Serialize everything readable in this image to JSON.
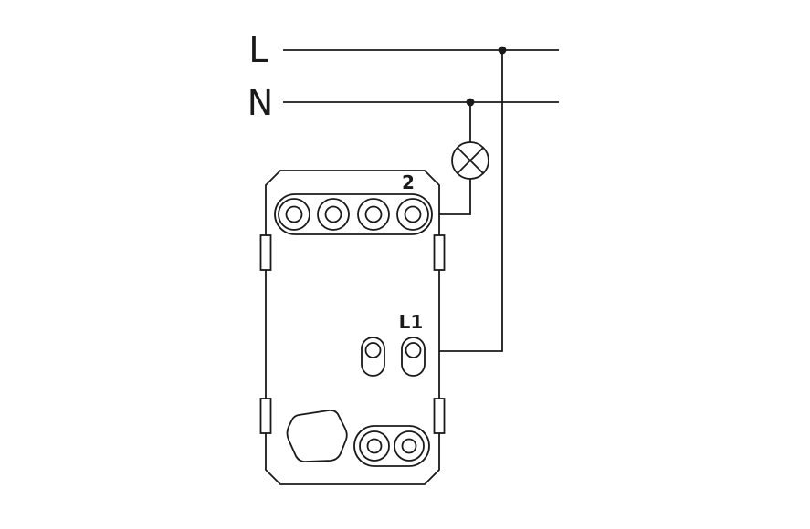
{
  "diagram": {
    "type": "electrical-wiring-diagram",
    "description": "Single switch module wiring: L and N supply lines, lamp fed from N, switched live from L into terminal L1, lamp return into terminal 2",
    "labels": {
      "line": "L",
      "neutral": "N",
      "terminal_top": "2",
      "terminal_mid": "L1"
    },
    "symbols": [
      "lamp-icon",
      "junction-dot",
      "switch-module-outline",
      "terminal-block-top",
      "terminal-pair-l1",
      "terminal-block-bottom",
      "mounting-cam"
    ]
  },
  "colors": {
    "ink": "#1a1a1a",
    "background": "#ffffff"
  }
}
